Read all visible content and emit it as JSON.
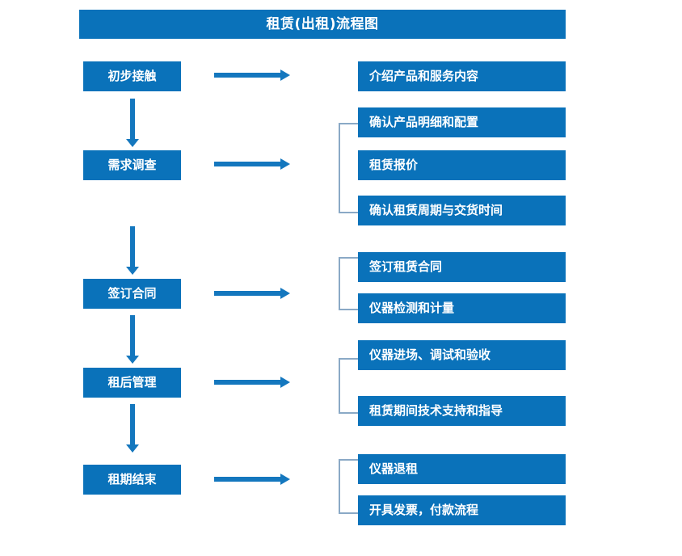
{
  "chart_data": {
    "type": "diagram",
    "diagram_type": "flowchart",
    "title": "租赁(出租)流程图",
    "orientation": "vertical-with-detail-branches",
    "stages": [
      {
        "label": "初步接触",
        "details": [
          "介绍产品和服务内容"
        ],
        "grouped": false
      },
      {
        "label": "需求调查",
        "details": [
          "确认产品明细和配置",
          "租赁报价",
          "确认租赁周期与交货时间"
        ],
        "grouped": true
      },
      {
        "label": "签订合同",
        "details": [
          "签订租赁合同",
          "仪器检测和计量"
        ],
        "grouped": true
      },
      {
        "label": "租后管理",
        "details": [
          "仪器进场、调试和验收",
          "租赁期间技术支持和指导"
        ],
        "grouped": true
      },
      {
        "label": "租期结束",
        "details": [
          "仪器退租",
          "开具发票，付款流程"
        ],
        "grouped": true
      }
    ]
  },
  "title": {
    "text": "租赁(出租)流程图"
  },
  "colors": {
    "box_fill": "#0a72ba",
    "box_text": "#ffffff",
    "arrow": "#1477be",
    "bracket": "#8aa9c6",
    "background": "#ffffff"
  },
  "stages": [
    {
      "label": "初步接触"
    },
    {
      "label": "需求调查"
    },
    {
      "label": "签订合同"
    },
    {
      "label": "租后管理"
    },
    {
      "label": "租期结束"
    }
  ],
  "details": [
    {
      "label": "介绍产品和服务内容"
    },
    {
      "label": "确认产品明细和配置"
    },
    {
      "label": "租赁报价"
    },
    {
      "label": "确认租赁周期与交货时间"
    },
    {
      "label": "签订租赁合同"
    },
    {
      "label": "仪器检测和计量"
    },
    {
      "label": "仪器进场、调试和验收"
    },
    {
      "label": "租赁期间技术支持和指导"
    },
    {
      "label": "仪器退租"
    },
    {
      "label": "开具发票，付款流程"
    }
  ]
}
